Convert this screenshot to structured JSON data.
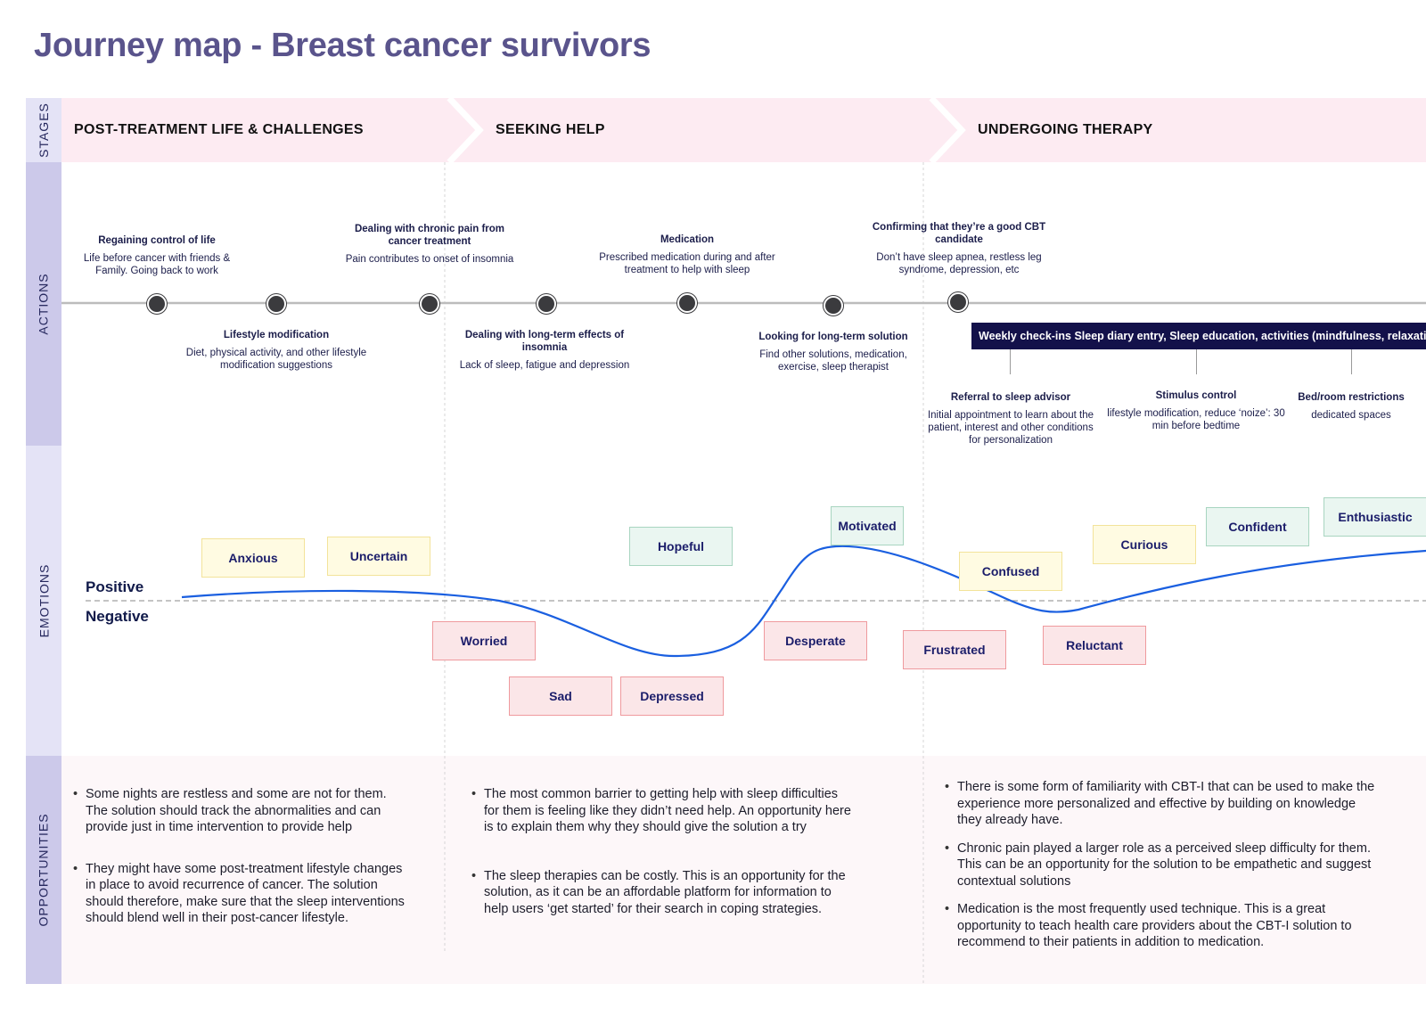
{
  "title": "Journey map - Breast cancer survivors",
  "bands": {
    "stages": "STAGES",
    "actions": "ACTIONS",
    "emotions": "EMOTIONS",
    "opportunities": "OPPORTUNITIES"
  },
  "stages": [
    "POST-TREATMENT LIFE & CHALLENGES",
    "SEEKING HELP",
    "UNDERGOING THERAPY"
  ],
  "actions": [
    {
      "title": "Regaining control of life",
      "desc": "Life before cancer with friends & Family. Going back to work"
    },
    {
      "title": "Lifestyle modification",
      "desc": "Diet, physical activity, and other lifestyle modification suggestions"
    },
    {
      "title": "Dealing with chronic pain from cancer treatment",
      "desc": "Pain contributes to onset of insomnia"
    },
    {
      "title": "Dealing with long-term effects of insomnia",
      "desc": "Lack of sleep, fatigue and depression"
    },
    {
      "title": "Medication",
      "desc": "Prescribed medication during and after treatment to help with sleep"
    },
    {
      "title": "Looking for long-term solution",
      "desc": "Find other solutions, medication, exercise, sleep therapist"
    },
    {
      "title": "Confirming that they’re a good CBT candidate",
      "desc": "Don’t have sleep apnea, restless leg syndrome, depression, etc"
    }
  ],
  "therapy": {
    "banner": "Weekly check-ins Sleep diary entry, Sleep education, activities (mindfulness, relaxation",
    "items": [
      {
        "title": "Referral to sleep advisor",
        "desc": "Initial appointment to learn about the patient, interest and other conditions for personalization"
      },
      {
        "title": "Stimulus control",
        "desc": "lifestyle modification, reduce ‘noize’: 30 min before bedtime"
      },
      {
        "title": "Bed/room restrictions",
        "desc": "dedicated spaces"
      }
    ]
  },
  "emotions": {
    "positive_label": "Positive",
    "negative_label": "Negative",
    "line_color": "#1a5fe0",
    "items": [
      {
        "label": "Anxious",
        "tone": "neutral"
      },
      {
        "label": "Uncertain",
        "tone": "neutral"
      },
      {
        "label": "Worried",
        "tone": "negative"
      },
      {
        "label": "Sad",
        "tone": "negative"
      },
      {
        "label": "Hopeful",
        "tone": "positive"
      },
      {
        "label": "Depressed",
        "tone": "negative"
      },
      {
        "label": "Desperate",
        "tone": "negative"
      },
      {
        "label": "Motivated",
        "tone": "positive"
      },
      {
        "label": "Frustrated",
        "tone": "negative"
      },
      {
        "label": "Confused",
        "tone": "neutral"
      },
      {
        "label": "Reluctant",
        "tone": "negative"
      },
      {
        "label": "Curious",
        "tone": "neutral"
      },
      {
        "label": "Confident",
        "tone": "positive"
      },
      {
        "label": "Enthusiastic",
        "tone": "positive"
      }
    ]
  },
  "opportunities": {
    "post_treatment": [
      "Some nights are restless and some are not for them. The solution should track the abnormalities and can provide just in time intervention to provide help",
      "They might have some post-treatment lifestyle changes in place to avoid recurrence of cancer. The solution should therefore, make sure that the sleep interventions should blend well in their post-cancer lifestyle."
    ],
    "seeking_help": [
      "The most common barrier to getting help with sleep difficulties for them is feeling like they didn’t need help. An opportunity here is to explain them why they should give the solution a try",
      "The sleep therapies can be costly. This is an opportunity for the solution, as it can be an affordable platform for information to help users ‘get started’ for their search in coping strategies."
    ],
    "therapy": [
      "There is some form of familiarity with CBT-I that can be used to make the experience more personalized and effective by building on knowledge they already have.",
      "Chronic pain played a larger role as a perceived sleep difficulty for them. This can be an opportunity for the solution to be empathetic and suggest contextual solutions",
      "Medication is the most frequently used technique. This is a great opportunity to teach health care providers about the CBT-I solution to recommend to their patients in addition to medication."
    ]
  }
}
